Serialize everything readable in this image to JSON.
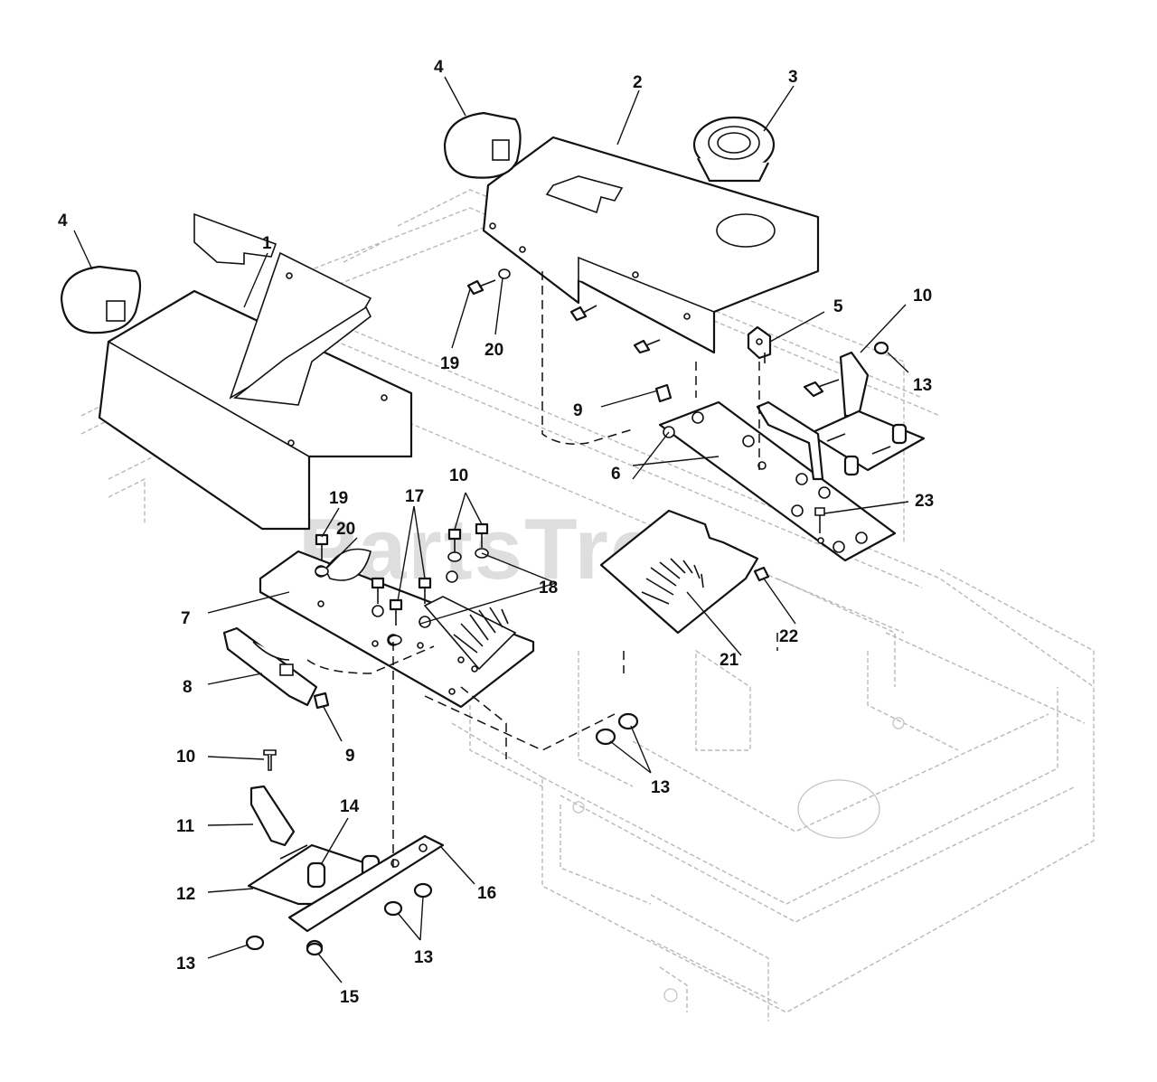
{
  "watermark": "PartsTree",
  "callouts": [
    {
      "id": "c1",
      "text": "1"
    },
    {
      "id": "c2",
      "text": "2"
    },
    {
      "id": "c3",
      "text": "3"
    },
    {
      "id": "c4a",
      "text": "4"
    },
    {
      "id": "c4b",
      "text": "4"
    },
    {
      "id": "c5",
      "text": "5"
    },
    {
      "id": "c6",
      "text": "6"
    },
    {
      "id": "c7",
      "text": "7"
    },
    {
      "id": "c8",
      "text": "8"
    },
    {
      "id": "c9a",
      "text": "9"
    },
    {
      "id": "c9b",
      "text": "9"
    },
    {
      "id": "c10a",
      "text": "10"
    },
    {
      "id": "c10b",
      "text": "10"
    },
    {
      "id": "c10c",
      "text": "10"
    },
    {
      "id": "c11",
      "text": "11"
    },
    {
      "id": "c12",
      "text": "12"
    },
    {
      "id": "c13a",
      "text": "13"
    },
    {
      "id": "c13b",
      "text": "13"
    },
    {
      "id": "c13c",
      "text": "13"
    },
    {
      "id": "c13d",
      "text": "13"
    },
    {
      "id": "c14",
      "text": "14"
    },
    {
      "id": "c15",
      "text": "15"
    },
    {
      "id": "c16",
      "text": "16"
    },
    {
      "id": "c17",
      "text": "17"
    },
    {
      "id": "c18",
      "text": "18"
    },
    {
      "id": "c19a",
      "text": "19"
    },
    {
      "id": "c19b",
      "text": "19"
    },
    {
      "id": "c20a",
      "text": "20"
    },
    {
      "id": "c20b",
      "text": "20"
    },
    {
      "id": "c21",
      "text": "21"
    },
    {
      "id": "c22",
      "text": "22"
    },
    {
      "id": "c23",
      "text": "23"
    }
  ]
}
